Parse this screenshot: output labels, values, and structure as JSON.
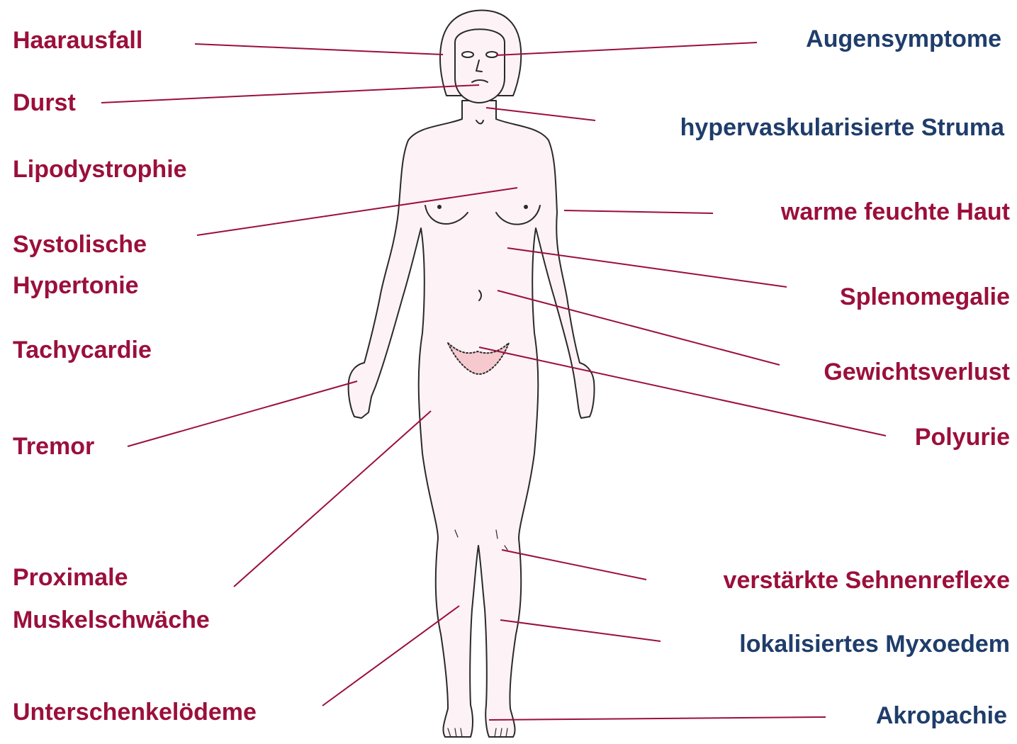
{
  "colors": {
    "label_red": "#9b0f3c",
    "label_blue": "#1f3d6b",
    "leader_line": "#9b0f3c",
    "body_fill": "#fdf2f6",
    "body_outline": "#2a2a2a",
    "pubic_fill": "#f6c9cf"
  },
  "figure": {
    "icon": "female-body-front-outline-icon"
  },
  "labels": {
    "haarausfall": "Haarausfall",
    "durst": "Durst",
    "lipodystrophie": "Lipodystrophie",
    "systolische": "Systolische",
    "hypertonie": "Hypertonie",
    "tachycardie": "Tachycardie",
    "tremor": "Tremor",
    "proximale": "Proximale",
    "muskelschwaeche": "Muskelschwäche",
    "unterschenkeloedeme": "Unterschenkelödeme",
    "augensymptome": "Augensymptome",
    "struma": "hypervaskularisierte Struma",
    "haut": "warme feuchte Haut",
    "splenomegalie": "Splenomegalie",
    "gewichtsverlust": "Gewichtsverlust",
    "polyurie": "Polyurie",
    "sehnenreflexe": "verstärkte Sehnenreflexe",
    "myxoedem": "lokalisiertes Myxoedem",
    "akropachie": "Akropachie"
  }
}
